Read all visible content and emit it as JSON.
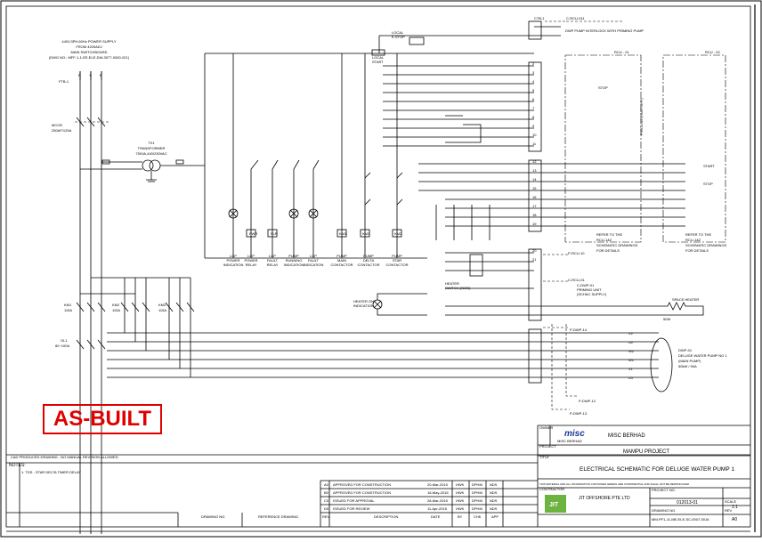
{
  "stamp": "AS-BUILT",
  "supply": {
    "lines": [
      "440V,3PH,60Hz POWER SUPPLY",
      "FROM 4200ADJ",
      "MAIN SWITCHBOARD",
      "(DWG NO.: MFF-1-1-EE-ELE-DW-3077-0000-021)"
    ],
    "terminal_block": "FTB-1",
    "phases": [
      "R",
      "Y",
      "B"
    ]
  },
  "breakers": {
    "mccb": [
      "MCCB",
      "250AF/125A"
    ],
    "transformer": [
      "TX1",
      "TRANSFORMER",
      "750VA,440/230VAC"
    ],
    "km1": [
      "KM1",
      "115A"
    ],
    "km2": [
      "KM2",
      "115A"
    ],
    "km3": [
      "KM3",
      "115A"
    ],
    "ol1": [
      "OL1",
      "80~100A"
    ]
  },
  "title_block": {
    "owner_label": "OWNER",
    "owner": "MISC BERHAD",
    "logo": "misc",
    "logo_sub": "MISC BERHAD",
    "project_label": "PROJECT",
    "project": "MAMPU PROJECT",
    "title_label": "TITLE",
    "title": "ELECTRICAL SCHEMATIC FOR DELUGE WATER PUMP 1",
    "contractor_label": "CONTRACTOR",
    "contractor": "JIT OFFSHORE PTE LTD",
    "logo_contractor": "JIT",
    "project_no_label": "PROJECT NO.",
    "project_no": "012013-01",
    "scale_label": "SCALE",
    "scale": "1:1",
    "drawing_no_label": "DRAWING NO.",
    "drawing_no": "MM-PF1-J1-ME-ELE-SC-0007-0016",
    "rev_label": "REV",
    "rev": "A0",
    "cad_note": "CAD PRODUCED DRAWING - NO MANUAL REVISION ALLOWED",
    "notes_label": "NOTES:",
    "notes": [
      "1. TDS - STAR DELTA TIMER DELAY"
    ],
    "confidential": "THIS MATERIAL AND ALL INFORMATION CONTAINED HEREIN ARE CONFIDENTIAL AND SHALL NOT BE REPRODUCED"
  },
  "revisions": {
    "headers": [
      "REV.",
      "DESCRIPTION",
      "DATE",
      "BY",
      "CHK",
      "APP"
    ],
    "rows": [
      {
        "rev": "A0",
        "desc": "APPROVED FOR CONSTRUCTION",
        "date": "20-Mar-2015",
        "by": "HWK",
        "chk": "DPHM",
        "app": "NDS"
      },
      {
        "rev": "B0",
        "desc": "APPROVED FOR CONSTRUCTION",
        "date": "16-May-2015",
        "by": "HWK",
        "chk": "DPHM",
        "app": "NDS"
      },
      {
        "rev": "C0",
        "desc": "ISSUED FOR APPROVAL",
        "date": "28-Mar-2015",
        "by": "HWK",
        "chk": "DPHM",
        "app": "NDS"
      },
      {
        "rev": "D0",
        "desc": "ISSUED FOR REVIEW",
        "date": "11-Apr-2015",
        "by": "HWK",
        "chk": "DPHM",
        "app": "NDS"
      }
    ],
    "ref_headers": [
      "DRAWING NO.",
      "REFERENCE DRAWING"
    ]
  },
  "labels": {
    "dwp_interlock": "DWP PUMP INTERLOCK WITH PRIMING PUMP",
    "local_estop": [
      "LOCAL",
      "E-STOP"
    ],
    "local_start": [
      "LOCAL",
      "START"
    ],
    "rcu1": "RCU - 01",
    "rcu2": "RCU - 02",
    "part_off": "P-RCU-02 (PART OFF)",
    "start": "START",
    "stop": "STOP",
    "refer1": [
      "REFER TO THE",
      "RCU-1&2",
      "SCHEMATIC DRAWINGS",
      "FOR DETAILS"
    ],
    "refer2": [
      "REFER TO THE",
      "RCU-1&2",
      "SCHEMATIC DRAWINGS",
      "FOR DETAILS"
    ],
    "heater": [
      "HEATER",
      "SWITCH (NON)"
    ],
    "priming_unit": [
      "C-DWP-01",
      "PRIMING UNIT",
      "(SCHAC SUPPLY)"
    ],
    "space_heater": "SPACE HEATER",
    "heater_rating": "50W",
    "motor": [
      "DWP-01",
      "DELUGE WATER PUMP NO 1",
      "(MAIN PUMP)",
      "50kW / 90A"
    ],
    "heater_on": [
      "HEATER ON",
      "INDICATION"
    ],
    "indications": [
      [
        "LCP",
        "POWER",
        "INDICATION"
      ],
      [
        "LCP",
        "POWER",
        "RELAY"
      ],
      [
        "LCP",
        "FAULT",
        "RELAY"
      ],
      [
        "PUMP",
        "RUNNING",
        "INDICATION"
      ],
      [
        "LCP",
        "FAULT",
        "INDICATION"
      ],
      [
        "PUMP",
        "MAIN",
        "CONTACTOR"
      ],
      [
        "PUMP",
        "DELTA",
        "CONTACTOR"
      ],
      [
        "PUMP",
        "STAR",
        "CONTACTOR"
      ]
    ],
    "coil_tags": [
      "PWR",
      "FLR",
      "KM1",
      "KM3",
      "KM2"
    ],
    "ftb2": "FTB-1",
    "cts1": "CTB-1",
    "c_rcu_011": "C-RCU-011",
    "p_rcu_10": "P-RCU-10",
    "c_rcu_01": "C-RCU-01",
    "p_dwp_14": "P-DWP-14",
    "p_dwp_12": "P-DWP-12",
    "p_dwp_13": "P-DWP-13",
    "motor_terminals": [
      "V2",
      "U2",
      "W2",
      "W1",
      "V1",
      "U1"
    ]
  },
  "terminals_right": [
    "2",
    "3",
    "4",
    "5",
    "6",
    "7",
    "8",
    "9",
    "10",
    "11",
    "12",
    "13",
    "14",
    "15",
    "16",
    "17",
    "18",
    "19",
    "20",
    "21"
  ]
}
